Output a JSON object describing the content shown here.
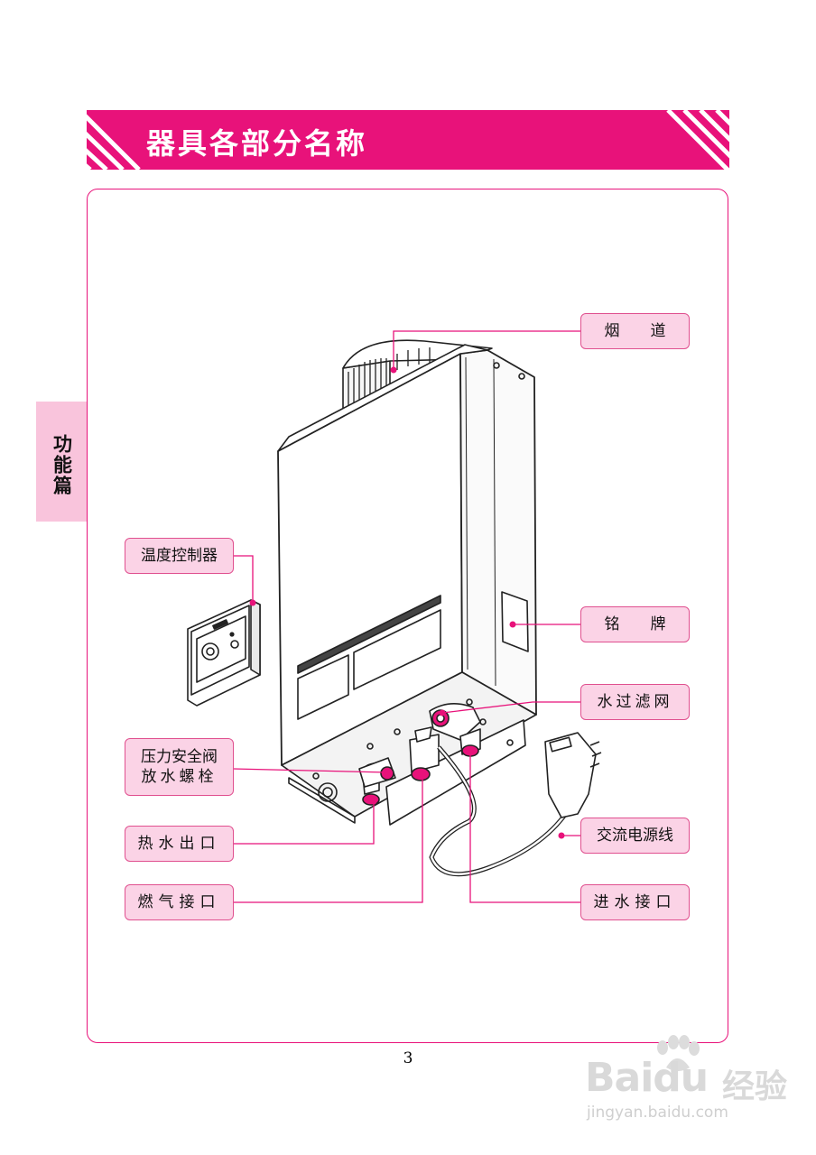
{
  "header": {
    "title": "器具各部分名称"
  },
  "side_tab": {
    "label": "功能篇"
  },
  "labels": {
    "flue": "烟　　道",
    "thermostat": "温度控制器",
    "nameplate": "铭　　牌",
    "water_filter": "水过滤网",
    "relief_valve_line1": "压力安全阀",
    "relief_valve_line2": "放水螺栓",
    "power_cord": "交流电源线",
    "hot_water_outlet": "热水出口",
    "gas_inlet": "燃气接口",
    "water_inlet": "进水接口"
  },
  "page_number": "3",
  "watermark": {
    "brand": "Baidu",
    "brand2": "经验",
    "url": "jingyan.baidu.com"
  },
  "colors": {
    "accent": "#e8127a",
    "label_fill": "#fbd3e6",
    "tab_fill": "#f9c4dc"
  }
}
